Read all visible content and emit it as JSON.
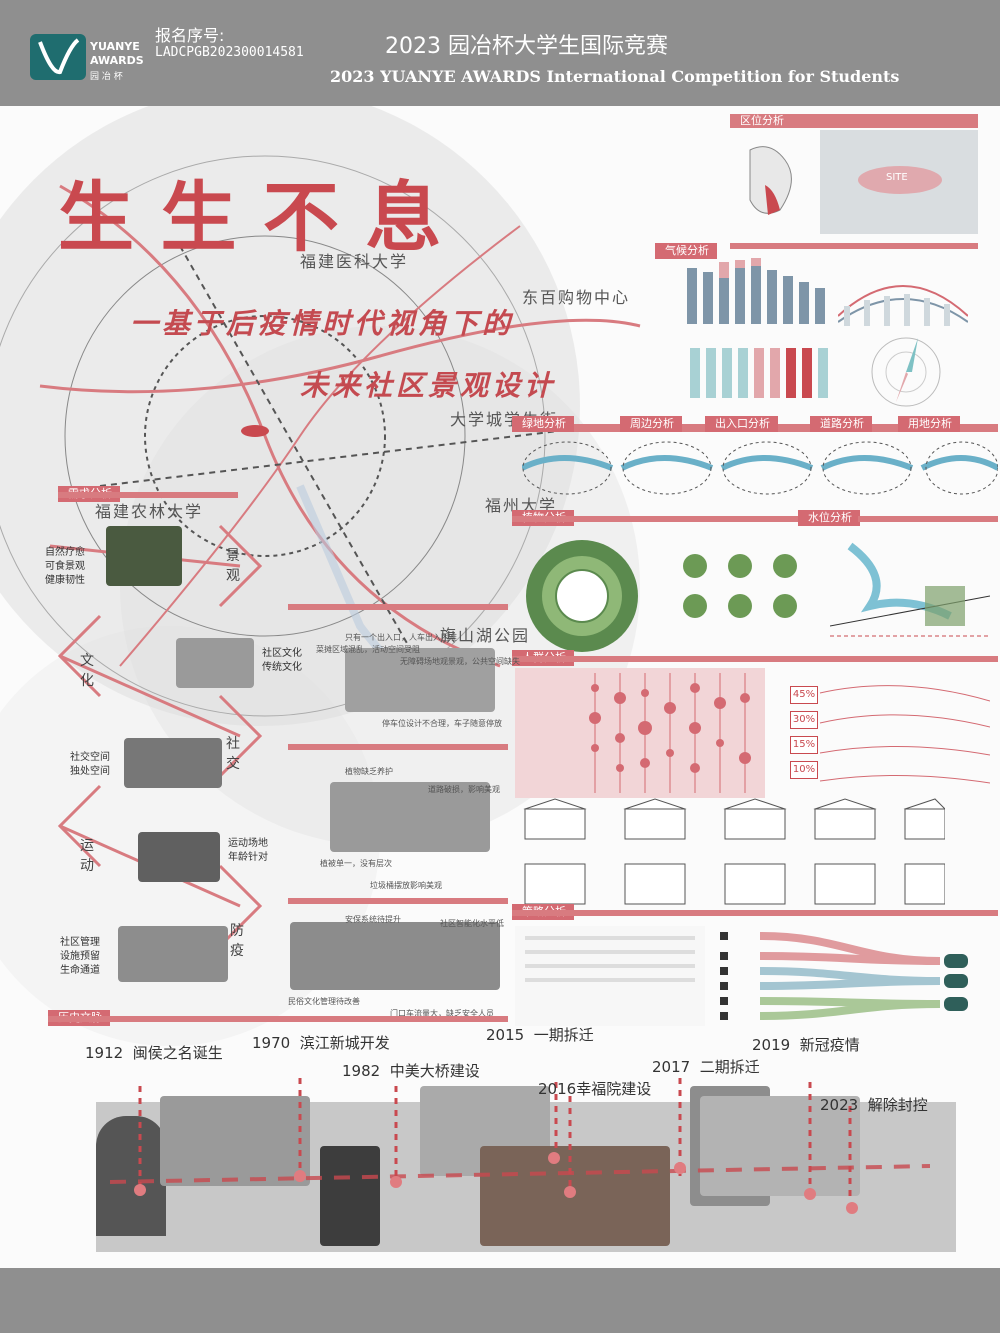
{
  "header": {
    "logo_line1": "YUANYE",
    "logo_line2": "AWARDS",
    "logo_line3": "园 冶 杯",
    "reg_label": "报名序号:",
    "reg_number": "LADCPGB202300014581",
    "title_cn": "2023 园冶杯大学生国际竞赛",
    "title_en": "2023 YUANYE AWARDS International Competition for  Students"
  },
  "poster": {
    "main_title": "生 生 不 息",
    "subtitle_line1": "一基于后疫情时代视角下的",
    "subtitle_line2": "未来社区景观设计",
    "map_labels": [
      "福建医科大学",
      "东百购物中心",
      "大学城学生街",
      "福建农林大学",
      "福州大学",
      "旗山湖公园"
    ],
    "site_label": "SITE",
    "sections": {
      "location": "区位分析",
      "climate": "气候分析",
      "green": "绿地分析",
      "surrounding": "周边分析",
      "entrance": "出入口分析",
      "road": "道路分析",
      "landuse": "用地分析",
      "plants": "植物分析",
      "water": "水位分析",
      "crowd": "人群分析",
      "demand": "需求分析",
      "strategy": "策略分析",
      "history": "历史文脉"
    },
    "demand": {
      "categories": [
        "景观",
        "文化",
        "社交",
        "运动",
        "防疫"
      ],
      "notes": [
        "自然疗愈\n可食景观\n健康韧性",
        "社区文化\n传统文化",
        "社交空间\n独处空间",
        "运动场地\n年龄针对",
        "社区管理\n设施预留\n生命通道"
      ],
      "issues": [
        "只有一个出入口，人车出入困难",
        "菜摊区域混乱，活动空间受阻",
        "无障碍场地观景观，公共空间缺失",
        "停车位设计不合理，车子随意停放",
        "植物缺乏养护",
        "道路破损，影响美观",
        "植被单一，没有层次",
        "垃圾桶摆放影响美观",
        "安保系统待提升",
        "社区智能化水平低",
        "民俗文化管理待改善",
        "门口车流量大，缺乏安全人员"
      ]
    },
    "crowd": {
      "percentages": [
        "45%",
        "30%",
        "15%",
        "10%"
      ]
    },
    "timeline": [
      {
        "year": "1912",
        "event": "闽侯之名诞生"
      },
      {
        "year": "1970",
        "event": "滨江新城开发"
      },
      {
        "year": "1982",
        "event": "中美大桥建设"
      },
      {
        "year": "2015",
        "event": "一期拆迁"
      },
      {
        "year": "2016",
        "event": "幸福院建设"
      },
      {
        "year": "2017",
        "event": "二期拆迁"
      },
      {
        "year": "2019",
        "event": "新冠疫情"
      },
      {
        "year": "2023",
        "event": "解除封控"
      }
    ]
  },
  "colors": {
    "accent_red": "#c9494f",
    "header_gray": "#8f8f8f",
    "logo_teal": "#1f6d6f",
    "pink": "#d87b80"
  }
}
